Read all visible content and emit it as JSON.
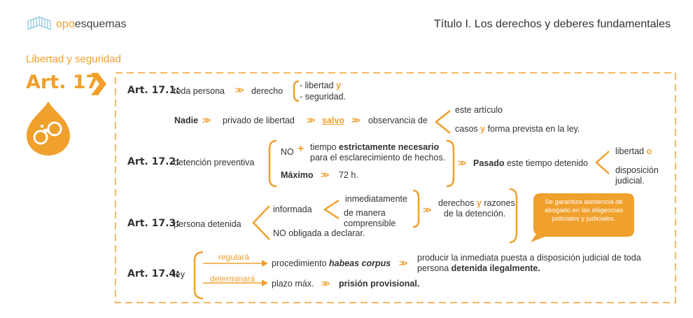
{
  "header": {
    "logo_prefix": "opo",
    "logo_suffix": "esquemas",
    "title": "Título I. Los derechos y deberes fundamentales"
  },
  "section": "Libertad y seguridad",
  "article": "Art. 17",
  "colors": {
    "accent": "#f0a02c",
    "text": "#333333"
  },
  "icons": [
    "book-logo-icon",
    "handcuffs-icon",
    "chevron-right-icon"
  ],
  "a171": {
    "label": "Art. 17.1:",
    "subject": "toda persona",
    "right": "derecho",
    "item1": "- libertad",
    "y": "y",
    "item2": "- seguridad.",
    "nadie": "Nadie",
    "privado": "privado de libertad",
    "salvo": "salvo",
    "observancia": "observancia de",
    "opt1": "este artículo",
    "opt2_a": "casos",
    "opt2_y": "y",
    "opt2_b": "forma prevista en la ley."
  },
  "a172": {
    "label": "Art. 17.2:",
    "subject": "detención preventiva",
    "no": "NO",
    "plus": "+",
    "line1_a": "tiempo",
    "line1_b": "estrictamente necesario",
    "line2": "para el esclarecimiento de hechos.",
    "maximo": "Máximo",
    "hours": "72 h.",
    "pasado": "Pasado",
    "pasado_rest": "este tiempo detenido",
    "opt1": "libertad",
    "o": "o",
    "opt2_a": "disposición",
    "opt2_b": "judicial."
  },
  "a173": {
    "label": "Art. 17.3:",
    "subject": "persona detenida",
    "informada": "informada",
    "inm": "inmediatamente",
    "manera1": "de manera",
    "manera2": "comprensible",
    "derechos": "derechos",
    "y": "y",
    "razones": "razones",
    "detencion": "de la detención.",
    "no_obligada": "NO obligada a declarar.",
    "bubble": "Se garantiza asistencia de abogado en las diligencias policiales y judiciales."
  },
  "a174": {
    "label": "Art. 17.4:",
    "subject": "ley",
    "regulara": "regulará",
    "procedimiento": "procedimiento",
    "habeas": "habeas corpus",
    "producir1": "producir la inmediata puesta a disposición judicial de toda",
    "producir2_a": "persona",
    "producir2_b": "detenida ilegalmente.",
    "determinara": "determinará",
    "plazo": "plazo máx.",
    "prision": "prisión provisional."
  }
}
